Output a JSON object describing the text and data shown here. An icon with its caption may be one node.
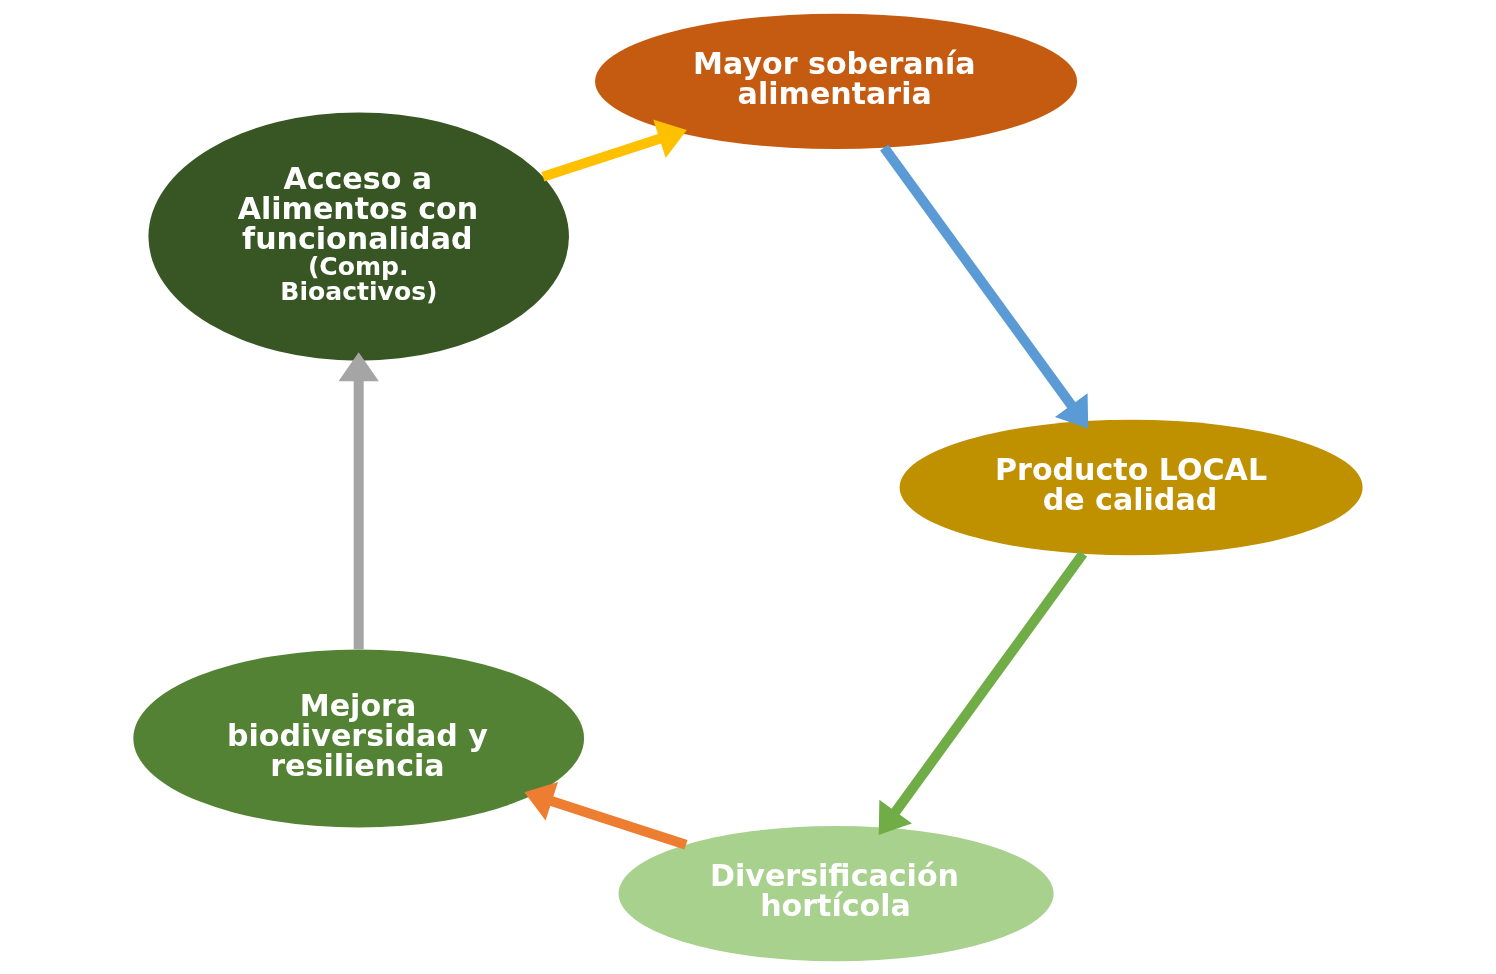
{
  "diagram": {
    "nodes": [
      {
        "text": [
          "Diversificación hortícola"
        ]
      },
      {
        "text": [
          "Mejora biodiversidad y resiliencia"
        ]
      },
      {
        "text": [
          "Acceso a Alimentos con funcionalidad",
          "(Comp. Bioactivos)"
        ]
      },
      {
        "text": [
          "Mayor soberanía alimentaria"
        ]
      },
      {
        "text": [
          "Producto LOCAL de calidad"
        ]
      }
    ],
    "edges": [
      {
        "from": 0,
        "to": 1,
        "arrow": "to",
        "color": "#ed7d31"
      },
      {
        "from": 1,
        "to": 2,
        "arrow": "to",
        "color": "#a5a5a5"
      },
      {
        "from": 2,
        "to": 3,
        "arrow": "to",
        "color": "#ffc000"
      },
      {
        "from": 3,
        "to": 4,
        "arrow": "to",
        "color": "#5b9bd5"
      },
      {
        "from": 4,
        "to": 0,
        "arrow": "to",
        "color": "#70ad47"
      }
    ]
  }
}
